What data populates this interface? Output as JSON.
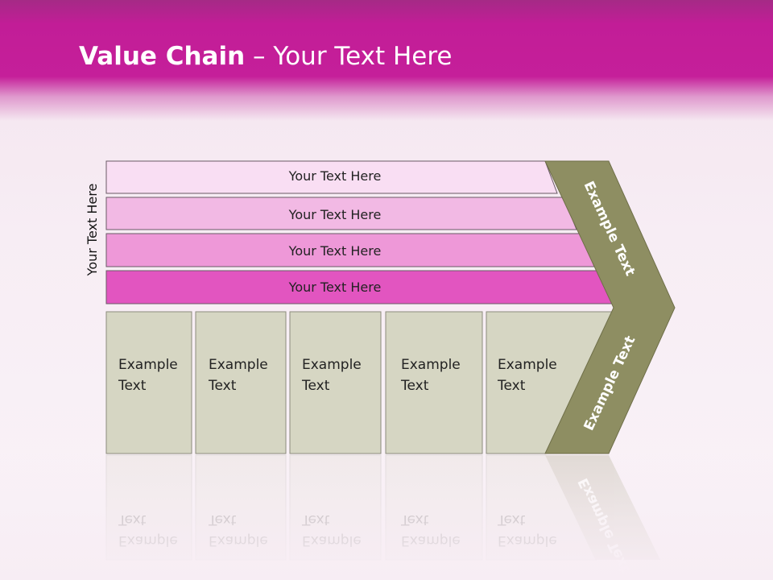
{
  "title": {
    "bold": "Value Chain",
    "rest": " – Your Text Here"
  },
  "side_label": "Your Text Here",
  "rows": [
    {
      "label": "Your Text Here",
      "color": "#f9def3"
    },
    {
      "label": "Your Text Here",
      "color": "#f2b9e4"
    },
    {
      "label": "Your Text Here",
      "color": "#ee98d8"
    },
    {
      "label": "Your Text Here",
      "color": "#e255c0"
    }
  ],
  "cells": [
    {
      "line1": "Example",
      "line2": "Text"
    },
    {
      "line1": "Example",
      "line2": "Text"
    },
    {
      "line1": "Example",
      "line2": "Text"
    },
    {
      "line1": "Example",
      "line2": "Text"
    },
    {
      "line1": "Example",
      "line2": "Text"
    }
  ],
  "chevron": {
    "top_label": "Example Text",
    "bottom_label": "Example Text",
    "color": "#8e8e62"
  },
  "colors": {
    "banner": "#c51f9a",
    "cell_fill": "#d6d6c3"
  }
}
